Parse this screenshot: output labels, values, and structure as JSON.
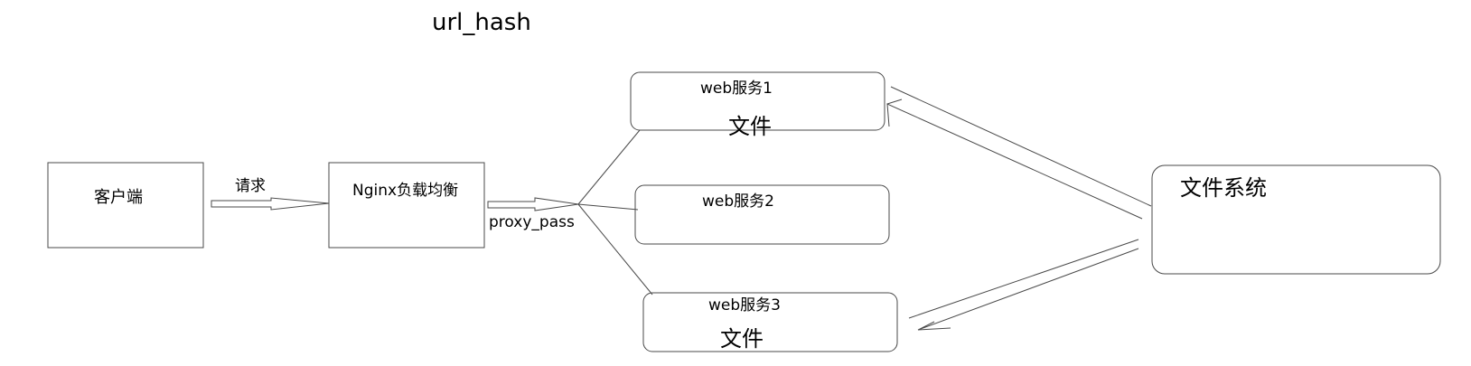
{
  "title": "url_hash",
  "nodes": {
    "client": "客户端",
    "nginx": "Nginx负载均衡",
    "web1": "web服务1",
    "web1_file": "文件",
    "web2": "web服务2",
    "web3": "web服务3",
    "web3_file": "文件",
    "filesystem": "文件系统"
  },
  "edges": {
    "request": "请求",
    "proxy_pass": "proxy_pass"
  }
}
